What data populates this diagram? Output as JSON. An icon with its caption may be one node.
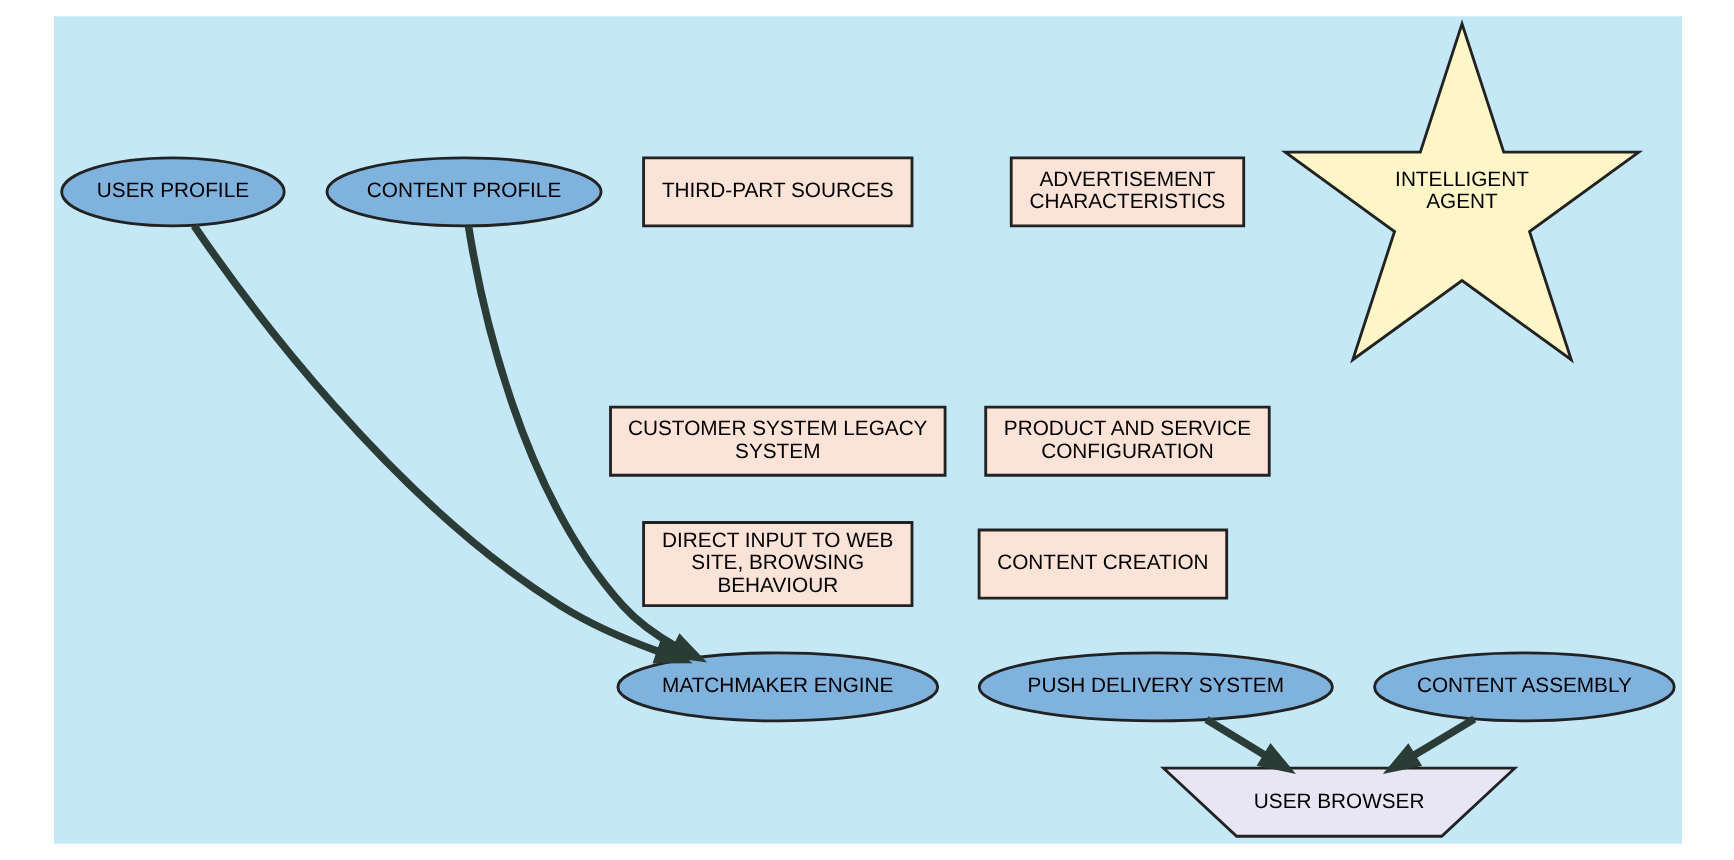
{
  "diagram": {
    "nodes": [
      {
        "text": [
          "USER PROFILE"
        ]
      },
      {
        "text": [
          "CONTENT PROFILE"
        ]
      },
      {
        "text": [
          "THIRD-PART SOURCES"
        ]
      },
      {
        "text": [
          "INTELLIGENT AGENT"
        ]
      },
      {
        "text": [
          "ADVERTISEMENT CHARACTERISTICS"
        ]
      },
      {
        "text": [
          "CUSTOMER SYSTEM LEGACY SYSTEM"
        ]
      },
      {
        "text": [
          "PRODUCT AND SERVICE CONFIGURATION"
        ]
      },
      {
        "text": [
          "DIRECT INPUT TO WEB SITE, BROWSING BEHAVIOUR"
        ]
      },
      {
        "text": [
          "CONTENT CREATION"
        ]
      },
      {
        "text": [
          "MATCHMAKER ENGINE"
        ]
      },
      {
        "text": [
          "PUSH DELIVERY SYSTEM"
        ]
      },
      {
        "text": [
          "CONTENT ASSEMBLY"
        ]
      },
      {
        "text": [
          "USER BROWSER"
        ]
      }
    ],
    "edges": [
      {
        "from": 0,
        "to": 9,
        "arrow": "to"
      },
      {
        "from": 1,
        "to": 9,
        "arrow": "to"
      },
      {
        "from": 10,
        "to": 12,
        "arrow": "to"
      },
      {
        "from": 11,
        "to": 12,
        "arrow": "to"
      }
    ]
  }
}
